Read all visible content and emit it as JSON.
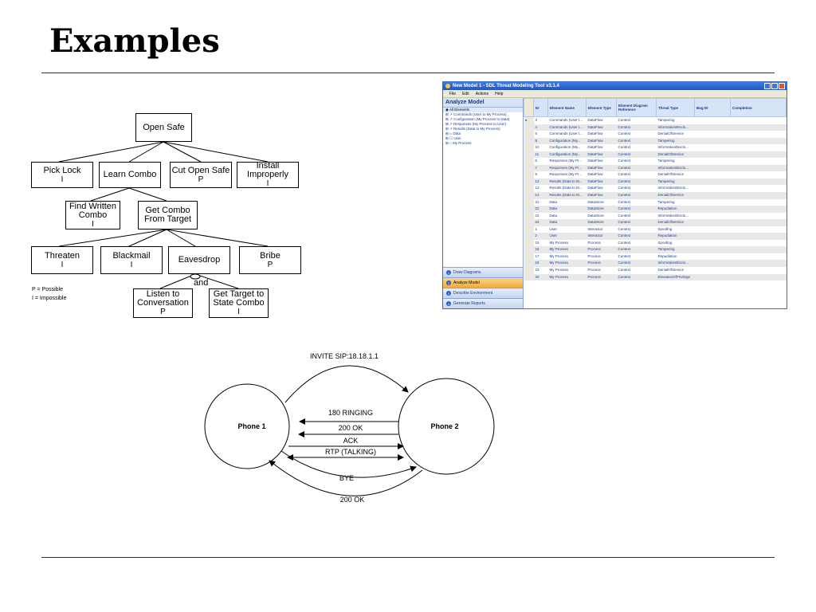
{
  "title": "Examples",
  "attack_tree": {
    "root": {
      "label": "Open Safe"
    },
    "level1": [
      {
        "label": "Pick Lock",
        "mark": "I"
      },
      {
        "label": "Learn Combo",
        "mark": ""
      },
      {
        "label": "Cut Open Safe",
        "mark": "P"
      },
      {
        "label": "Install Improperly",
        "mark": "I"
      }
    ],
    "level2": [
      {
        "label": "Find Written Combo",
        "mark": "I"
      },
      {
        "label": "Get Combo From Target",
        "mark": ""
      }
    ],
    "level3": [
      {
        "label": "Threaten",
        "mark": "I"
      },
      {
        "label": "Blackmail",
        "mark": "I"
      },
      {
        "label": "Eavesdrop",
        "mark": ""
      },
      {
        "label": "Bribe",
        "mark": "P"
      }
    ],
    "and_label": "and",
    "level4": [
      {
        "label": "Listen to Conversation",
        "mark": "P"
      },
      {
        "label": "Get Target to State Combo",
        "mark": "I"
      }
    ],
    "legend": [
      "P = Possible",
      "I = Impossible"
    ]
  },
  "threat_tool": {
    "window_title": "New Model 1 - SDL Threat Modeling Tool v3.1.4",
    "menu": [
      "File",
      "Edit",
      "Actions",
      "Help"
    ],
    "sidebar_title": "Analyze Model",
    "tree": [
      "All Elements",
      "Commands (User to My Process)",
      "Configuration (My Process to Data)",
      "Responses (My Process to User)",
      "Results (Data to My Process)",
      "Data",
      "User",
      "My Process"
    ],
    "nav": [
      {
        "num": "1",
        "label": "Draw Diagrams"
      },
      {
        "num": "2",
        "label": "Analyze Model"
      },
      {
        "num": "3",
        "label": "Describe Environment"
      },
      {
        "num": "4",
        "label": "Generate Reports"
      }
    ],
    "columns": [
      "ID",
      "Element Name",
      "Element Type",
      "Element Diagram Reference",
      "Threat Type",
      "Bug ID",
      "Completion"
    ],
    "rows": [
      [
        "3",
        "Commands (User t...",
        "DataFlow",
        "Context",
        "Tampering"
      ],
      [
        "4",
        "Commands (User t...",
        "DataFlow",
        "Context",
        "InformationDisclo..."
      ],
      [
        "5",
        "Commands (User t...",
        "DataFlow",
        "Context",
        "DenialOfService"
      ],
      [
        "9",
        "Configuration (My...",
        "DataFlow",
        "Context",
        "Tampering"
      ],
      [
        "10",
        "Configuration (My...",
        "DataFlow",
        "Context",
        "InformationDisclo..."
      ],
      [
        "11",
        "Configuration (My...",
        "DataFlow",
        "Context",
        "DenialOfService"
      ],
      [
        "6",
        "Responses (My Pr...",
        "DataFlow",
        "Context",
        "Tampering"
      ],
      [
        "7",
        "Responses (My Pr...",
        "DataFlow",
        "Context",
        "InformationDisclo..."
      ],
      [
        "8",
        "Responses (My Pr...",
        "DataFlow",
        "Context",
        "DenialOfService"
      ],
      [
        "12",
        "Results (Data to M...",
        "DataFlow",
        "Context",
        "Tampering"
      ],
      [
        "13",
        "Results (Data to M...",
        "DataFlow",
        "Context",
        "InformationDisclo..."
      ],
      [
        "14",
        "Results (Data to M...",
        "DataFlow",
        "Context",
        "DenialOfService"
      ],
      [
        "21",
        "Data",
        "DataStore",
        "Context",
        "Tampering"
      ],
      [
        "22",
        "Data",
        "DataStore",
        "Context",
        "Repudiation"
      ],
      [
        "23",
        "Data",
        "DataStore",
        "Context",
        "InformationDisclo..."
      ],
      [
        "24",
        "Data",
        "DataStore",
        "Context",
        "DenialOfService"
      ],
      [
        "1",
        "User",
        "Interactor",
        "Context",
        "Spoofing"
      ],
      [
        "2",
        "User",
        "Interactor",
        "Context",
        "Repudiation"
      ],
      [
        "15",
        "My Process",
        "Process",
        "Context",
        "Spoofing"
      ],
      [
        "16",
        "My Process",
        "Process",
        "Context",
        "Tampering"
      ],
      [
        "17",
        "My Process",
        "Process",
        "Context",
        "Repudiation"
      ],
      [
        "18",
        "My Process",
        "Process",
        "Context",
        "InformationDisclo..."
      ],
      [
        "19",
        "My Process",
        "Process",
        "Context",
        "DenialOfService"
      ],
      [
        "20",
        "My Process",
        "Process",
        "Context",
        "ElevationOfPrivilege"
      ]
    ]
  },
  "sip_diagram": {
    "phone1": "Phone 1",
    "phone2": "Phone 2",
    "messages": {
      "invite": "INVITE SIP:18.18.1.1",
      "ringing": "180 RINGING",
      "ok1": "200 OK",
      "ack": "ACK",
      "rtp": "RTP (TALKING)",
      "bye": "BYE",
      "ok2": "200 OK"
    }
  }
}
